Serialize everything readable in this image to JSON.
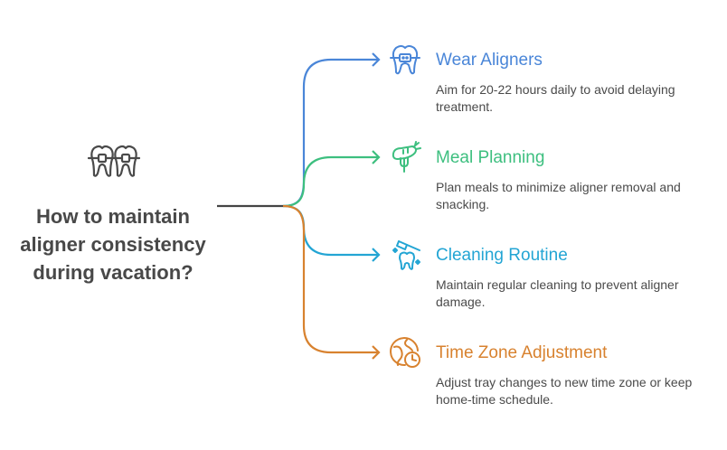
{
  "diagram": {
    "question": "How to maintain aligner consistency during vacation?",
    "center_icon": "teeth-with-braces-icon",
    "trunk_color": "#444444",
    "branches": [
      {
        "title": "Wear Aligners",
        "description": "Aim for 20-22 hours daily to avoid delaying treatment.",
        "icon": "tooth-with-braces-icon",
        "color": "#4a86d8"
      },
      {
        "title": "Meal Planning",
        "description": "Plan meals to minimize aligner removal and snacking.",
        "icon": "carrot-fork-icon",
        "color": "#3dbf7f"
      },
      {
        "title": "Cleaning Routine",
        "description": "Maintain regular cleaning to prevent aligner damage.",
        "icon": "tooth-brush-sparkle-icon",
        "color": "#23a5d4"
      },
      {
        "title": "Time Zone Adjustment",
        "description": "Adjust tray changes to new time zone or keep home-time schedule.",
        "icon": "globe-clock-icon",
        "color": "#d8822f"
      }
    ]
  }
}
